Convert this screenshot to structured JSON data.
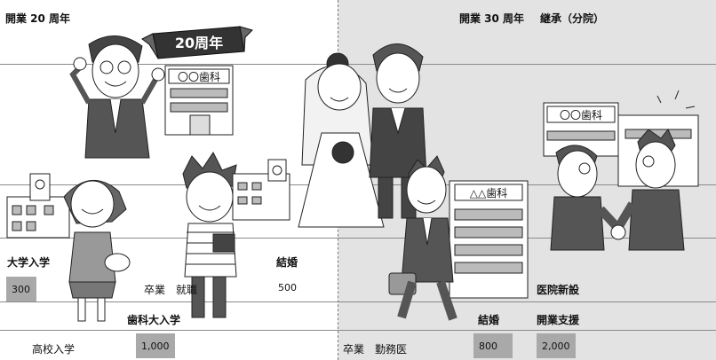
{
  "header": {
    "left_title": "開業 20 周年",
    "right_title": "開業 30 周年",
    "right_subtitle": "継承（分院）"
  },
  "signs": {
    "anniversary_flag": "20周年",
    "clinic_sign_1": "〇〇歯科",
    "clinic_sign_2": "△△歯科",
    "clinic_sign_3": "〇〇歯科"
  },
  "timeline_labels": {
    "university_entry": "大学入学",
    "graduation_job": "卒業　就職",
    "marriage_left": "結婚",
    "dental_university_entry": "歯科大入学",
    "high_school_entry": "高校入学",
    "graduation_employed_dentist": "卒業　勤務医",
    "marriage_right": "結婚",
    "new_clinic": "医院新設",
    "opening_support": "開業支援"
  },
  "amounts": {
    "a300": "300",
    "a500": "500",
    "a1000": "1,000",
    "a800": "800",
    "a2000": "2,000"
  },
  "colors": {
    "right_panel_bg": "#e3e3e3",
    "amount_box": "#a9a9a9",
    "rule_line": "#8a8a8a"
  }
}
